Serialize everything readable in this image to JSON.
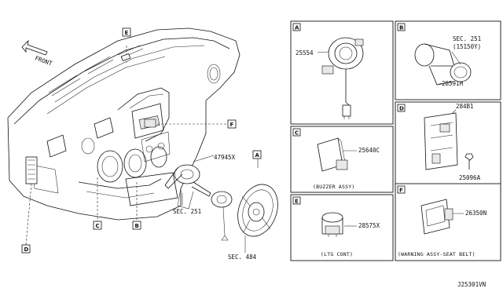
{
  "diagram": {
    "front_label": "FRONT",
    "catalog_code": "J25301VN",
    "main_callouts": {
      "E": "E",
      "F": "F",
      "A": "A",
      "C": "C",
      "B": "B",
      "D": "D"
    },
    "main_part_numbers": {
      "p47945x": "47945X",
      "sec251": "SEC. 251",
      "sec484": "SEC. 484"
    },
    "panels": [
      {
        "key": "A",
        "parts": [
          "25554"
        ],
        "caption": ""
      },
      {
        "key": "B",
        "parts": [
          "SEC. 251",
          "(15150Y)",
          "28591M"
        ],
        "caption": ""
      },
      {
        "key": "C",
        "parts": [
          "25640C"
        ],
        "caption": "(BUZZER ASSY)"
      },
      {
        "key": "D",
        "parts": [
          "284B1",
          "25096A"
        ],
        "caption": ""
      },
      {
        "key": "E",
        "parts": [
          "28575X"
        ],
        "caption": "(LTG CONT)"
      },
      {
        "key": "F",
        "parts": [
          "26350N"
        ],
        "caption": "(WARNING ASSY-SEAT BELT)"
      }
    ]
  }
}
